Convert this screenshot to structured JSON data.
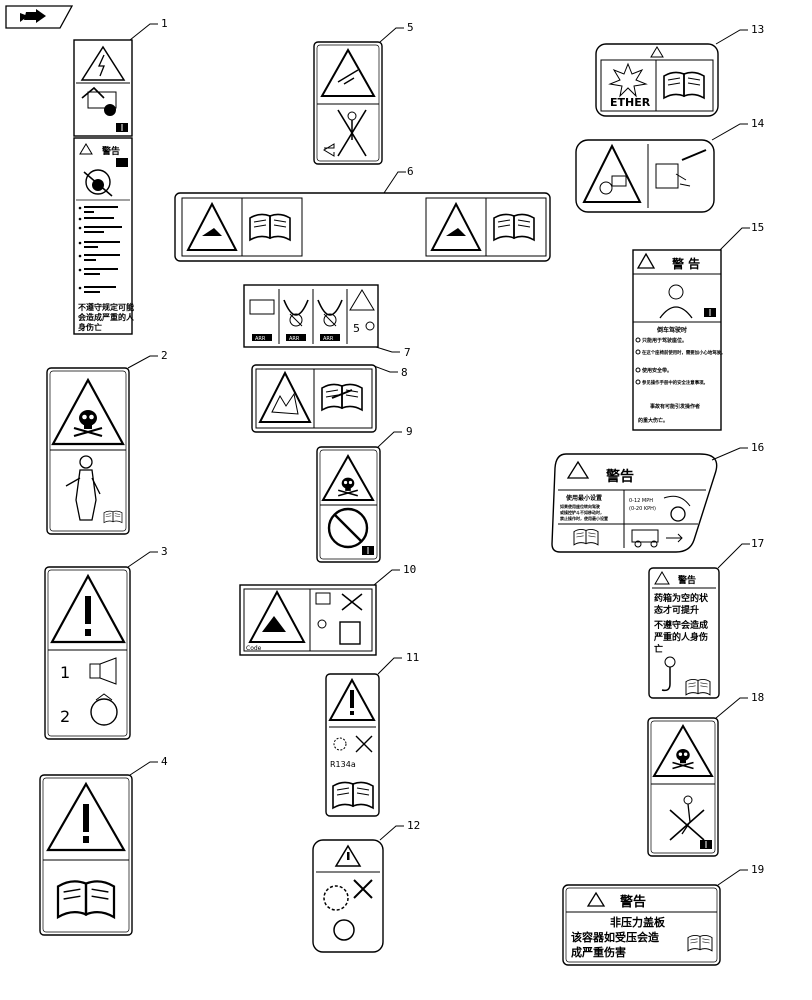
{
  "callouts": [
    "1",
    "2",
    "3",
    "4",
    "5",
    "6",
    "7",
    "8",
    "9",
    "10",
    "11",
    "12",
    "13",
    "14",
    "15",
    "16",
    "17",
    "18",
    "19"
  ],
  "decal1": {
    "header": "警告",
    "lines": [
      "不遵守规定可能",
      "会造成严重的人",
      "身伤亡"
    ]
  },
  "decal3": {
    "step1": "1",
    "step2": "2"
  },
  "decal7": {
    "labels": [
      "ARR",
      "ARR",
      "ARR"
    ],
    "side_number": "5"
  },
  "decal10": {
    "code_label": "Code"
  },
  "decal11": {
    "refrigerant": "R134a"
  },
  "decal13": {
    "ether": "ETHER"
  },
  "decal15": {
    "header": "警 告",
    "subtitle": "倒车驾驶时",
    "items": [
      "只能用于驾驶座位。",
      "在这个座椅前使用时，需要加小心地驾驶。",
      "使用安全带。",
      "参见操作手册中的安全注意事项。"
    ],
    "footer": [
      "事故有可能引发操作者",
      "的重大伤亡。"
    ]
  },
  "decal16": {
    "header": "警告",
    "left_title": "使用最小设置",
    "left_text": [
      "如果使用座位转向驾驶",
      "或操控铲斗不如移动时，",
      "禁止操作时，使用最小设置"
    ],
    "speed1": "0-12 MPH",
    "speed2": "(0-20 KPH)"
  },
  "decal17": {
    "header": "警告",
    "lines": [
      "药箱为空的状",
      "态才可提升",
      "不遵守会造成",
      "严重的人身伤",
      "亡"
    ]
  },
  "decal19": {
    "header": "警告",
    "lines": [
      "非压力盖板",
      "该容器如受压会造",
      "成严重伤害"
    ]
  }
}
